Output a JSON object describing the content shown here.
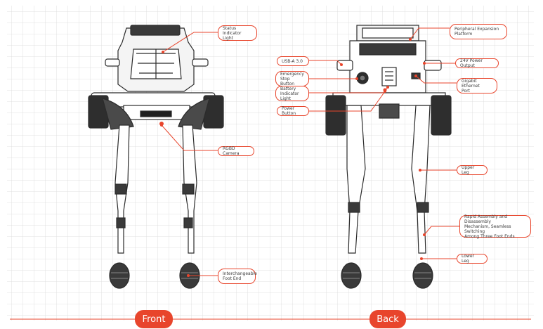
{
  "colors": {
    "accent": "#e8452c",
    "grid": "#d9d9d9",
    "robot": "#2b2b2b"
  },
  "front": {
    "view_label": "Front",
    "callouts": [
      {
        "id": "status_light",
        "text": "Status Indicator\nLight"
      },
      {
        "id": "rgbd_camera",
        "text": "RGBD Camera"
      },
      {
        "id": "foot_end",
        "text": "Interchangeable\nFoot End"
      }
    ]
  },
  "back": {
    "view_label": "Back",
    "callouts": [
      {
        "id": "usb",
        "text": "USB-A 3.0"
      },
      {
        "id": "estop",
        "text": "Emergency Stop\nButton"
      },
      {
        "id": "battery",
        "text": "Battery Indicator\nLight"
      },
      {
        "id": "power",
        "text": "Power Button"
      },
      {
        "id": "platform",
        "text": "Peripheral Expansion\nPlatform"
      },
      {
        "id": "power24",
        "text": "24V Power Output"
      },
      {
        "id": "ethernet",
        "text": "Gigabit Ethernet\nPort"
      },
      {
        "id": "upper_leg",
        "text": "Upper Leg"
      },
      {
        "id": "rapid",
        "text": "Rapid Assembly and Disassembly\nMechanism, Seamless Switching\nAmong Three Foot Ends"
      },
      {
        "id": "lower_leg",
        "text": "Lower Leg"
      }
    ]
  }
}
